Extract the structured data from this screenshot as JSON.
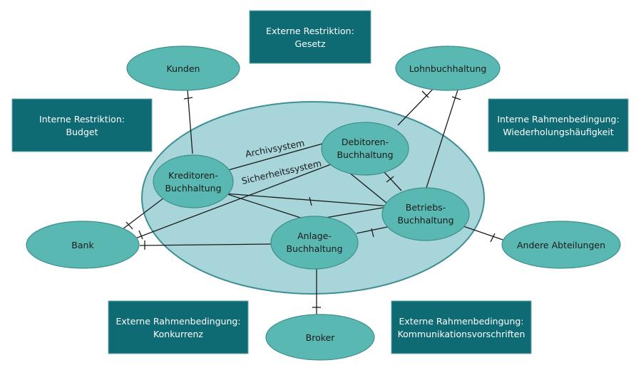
{
  "colors": {
    "box_fill": "#0f6b73",
    "node_fill": "#5ab8b3",
    "node_stroke": "#3c8f8e",
    "system_fill": "#a7d5da",
    "system_stroke": "#3e8f93",
    "line": "#1a1a1a"
  },
  "boxes": {
    "externe_restriktion": [
      "Externe Restriktion:",
      "Gesetz"
    ],
    "interne_restriktion": [
      "Interne Restriktion:",
      "Budget"
    ],
    "interne_rahmen": [
      "Interne Rahmenbedingung:",
      "Wiederholungshäufigkeit"
    ],
    "externe_rahmen_konkurrenz": [
      "Externe Rahmenbedingung:",
      "Konkurrenz"
    ],
    "externe_rahmen_kommunikation": [
      "Externe Rahmenbedingung:",
      "Kommunikationsvorschriften"
    ]
  },
  "nodes": {
    "kunden": [
      "Kunden"
    ],
    "lohnbuchhaltung": [
      "Lohnbuchhaltung"
    ],
    "bank": [
      "Bank"
    ],
    "andere_abteilungen": [
      "Andere Abteilungen"
    ],
    "broker": [
      "Broker"
    ],
    "kreditoren": [
      "Kreditoren-",
      "Buchhaltung"
    ],
    "debitoren": [
      "Debitoren-",
      "Buchhaltung"
    ],
    "betriebs": [
      "Betriebs-",
      "Buchhaltung"
    ],
    "anlage": [
      "Anlage-",
      "Buchhaltung"
    ]
  },
  "labels": {
    "archivsystem": "Archivsystem",
    "sicherheitssystem": "Sicherheitssystem"
  }
}
